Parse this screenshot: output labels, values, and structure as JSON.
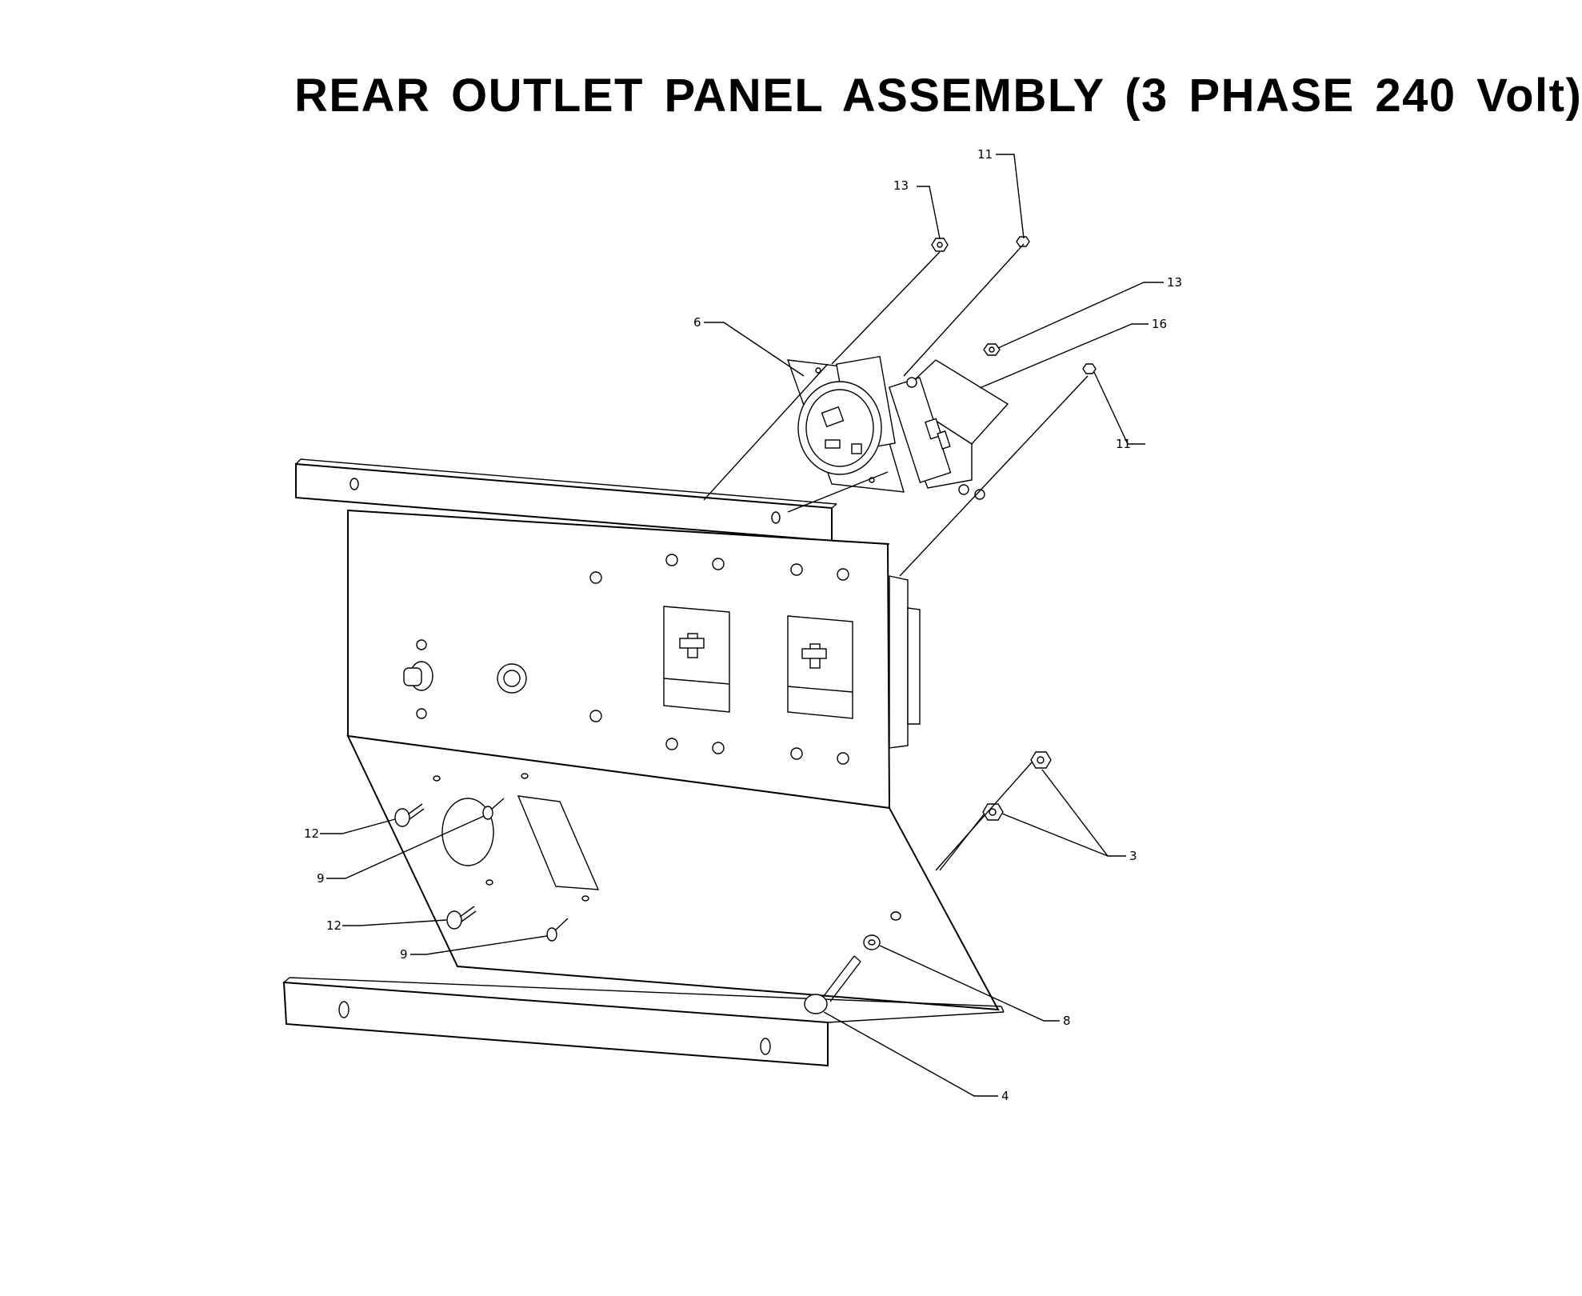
{
  "page": {
    "title": "REAR OUTLET PANEL ASSEMBLY (3 PHASE 240 Volt)"
  },
  "callouts": {
    "c11_top": "11",
    "c13_top": "13",
    "c13_right": "13",
    "c6": "6",
    "c16": "16",
    "c11_right": "11",
    "c3": "3",
    "c12_upper": "12",
    "c9_upper": "9",
    "c12_lower": "12",
    "c9_lower": "9",
    "c8": "8",
    "c4": "4"
  },
  "colors": {
    "line": "#000000",
    "background": "#ffffff"
  }
}
